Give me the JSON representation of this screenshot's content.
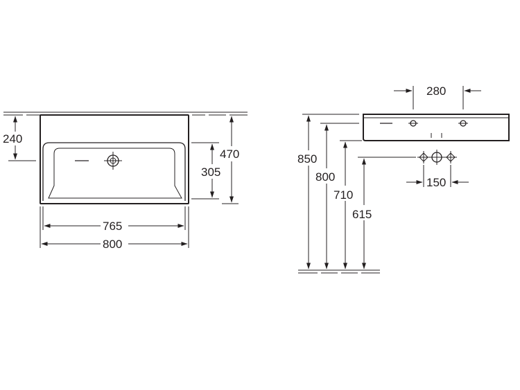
{
  "top_view": {
    "dims": {
      "d240": "240",
      "d470": "470",
      "d305": "305",
      "d765": "765",
      "d800": "800"
    }
  },
  "side_view": {
    "dims": {
      "d280": "280",
      "d850": "850",
      "d800": "800",
      "d710": "710",
      "d615": "615",
      "d150": "150"
    }
  }
}
